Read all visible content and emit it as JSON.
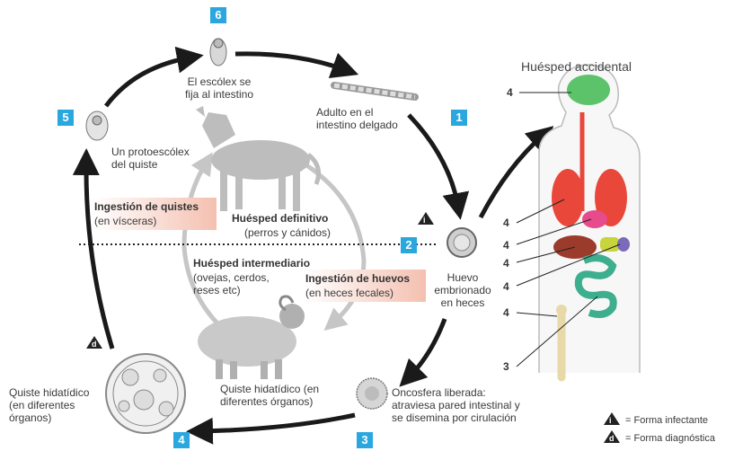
{
  "steps": {
    "s1": "1",
    "s2": "2",
    "s3": "3",
    "s4": "4",
    "s5": "5",
    "s6": "6"
  },
  "labels": {
    "scolex": [
      "El escólex se",
      "fija al intestino"
    ],
    "adult": [
      "Adulto en el",
      "intestino delgado"
    ],
    "protoscolex": [
      "Un protoescólex",
      "del quiste"
    ],
    "egg": [
      "Huevo",
      "embrionado",
      "en heces"
    ],
    "hydatid_cyst": [
      "Quiste hidatídico",
      "(en diferentes",
      "órganos)"
    ],
    "cyst_center": [
      "Quiste hidatídico (en",
      "diferentes órganos)"
    ],
    "oncosphere": [
      "Oncosfera liberada:",
      "atraviesa pared intestinal y",
      "se disemina por cirulación"
    ]
  },
  "hosts": {
    "definitive_title": "Huésped definitivo",
    "definitive_sub": "(perros y cánidos)",
    "intermediate_title": "Huésped intermediario",
    "intermediate_sub": [
      "(ovejas, cerdos,",
      "reses etc)"
    ],
    "accidental_title": "Huésped accidental"
  },
  "ingestion": {
    "cysts_title": "Ingestión de quistes",
    "cysts_sub": "(en vísceras)",
    "eggs_title": "Ingestión de huevos",
    "eggs_sub": "(en heces fecales)"
  },
  "organ_numbers": [
    "4",
    "4",
    "4",
    "4",
    "4",
    "4",
    "3"
  ],
  "legend": {
    "infective_symbol": "i",
    "infective": "= Forma infectante",
    "diagnostic_symbol": "d",
    "diagnostic": "= Forma diagnóstica"
  },
  "colors": {
    "badge": "#2aa7df",
    "arrow": "#1a1a1a",
    "gray_arrow": "#c6c6c6",
    "brain": "#5cc36a",
    "lungs": "#e8473a",
    "liver": "#9b3b2c",
    "intestine": "#3dae8e"
  }
}
